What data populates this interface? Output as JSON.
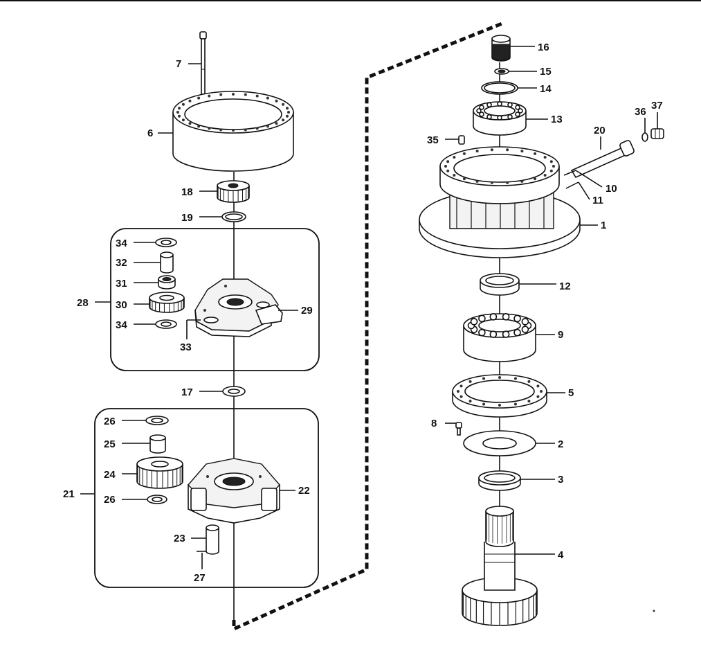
{
  "callouts": [
    {
      "id": "c1",
      "label": "1"
    },
    {
      "id": "c2",
      "label": "2"
    },
    {
      "id": "c3",
      "label": "3"
    },
    {
      "id": "c4",
      "label": "4"
    },
    {
      "id": "c5",
      "label": "5"
    },
    {
      "id": "c6",
      "label": "6"
    },
    {
      "id": "c7",
      "label": "7"
    },
    {
      "id": "c8",
      "label": "8"
    },
    {
      "id": "c9",
      "label": "9"
    },
    {
      "id": "c10",
      "label": "10"
    },
    {
      "id": "c11",
      "label": "11"
    },
    {
      "id": "c12",
      "label": "12"
    },
    {
      "id": "c13",
      "label": "13"
    },
    {
      "id": "c14",
      "label": "14"
    },
    {
      "id": "c15",
      "label": "15"
    },
    {
      "id": "c16",
      "label": "16"
    },
    {
      "id": "c17",
      "label": "17"
    },
    {
      "id": "c18",
      "label": "18"
    },
    {
      "id": "c19",
      "label": "19"
    },
    {
      "id": "c20",
      "label": "20"
    },
    {
      "id": "c21",
      "label": "21"
    },
    {
      "id": "c22",
      "label": "22"
    },
    {
      "id": "c23",
      "label": "23"
    },
    {
      "id": "c24",
      "label": "24"
    },
    {
      "id": "c25",
      "label": "25"
    },
    {
      "id": "c26a",
      "label": "26"
    },
    {
      "id": "c26b",
      "label": "26"
    },
    {
      "id": "c27",
      "label": "27"
    },
    {
      "id": "c28",
      "label": "28"
    },
    {
      "id": "c29",
      "label": "29"
    },
    {
      "id": "c30",
      "label": "30"
    },
    {
      "id": "c31",
      "label": "31"
    },
    {
      "id": "c32",
      "label": "32"
    },
    {
      "id": "c33",
      "label": "33"
    },
    {
      "id": "c34a",
      "label": "34"
    },
    {
      "id": "c34b",
      "label": "34"
    },
    {
      "id": "c35",
      "label": "35"
    },
    {
      "id": "c36",
      "label": "36"
    },
    {
      "id": "c37",
      "label": "37"
    }
  ]
}
